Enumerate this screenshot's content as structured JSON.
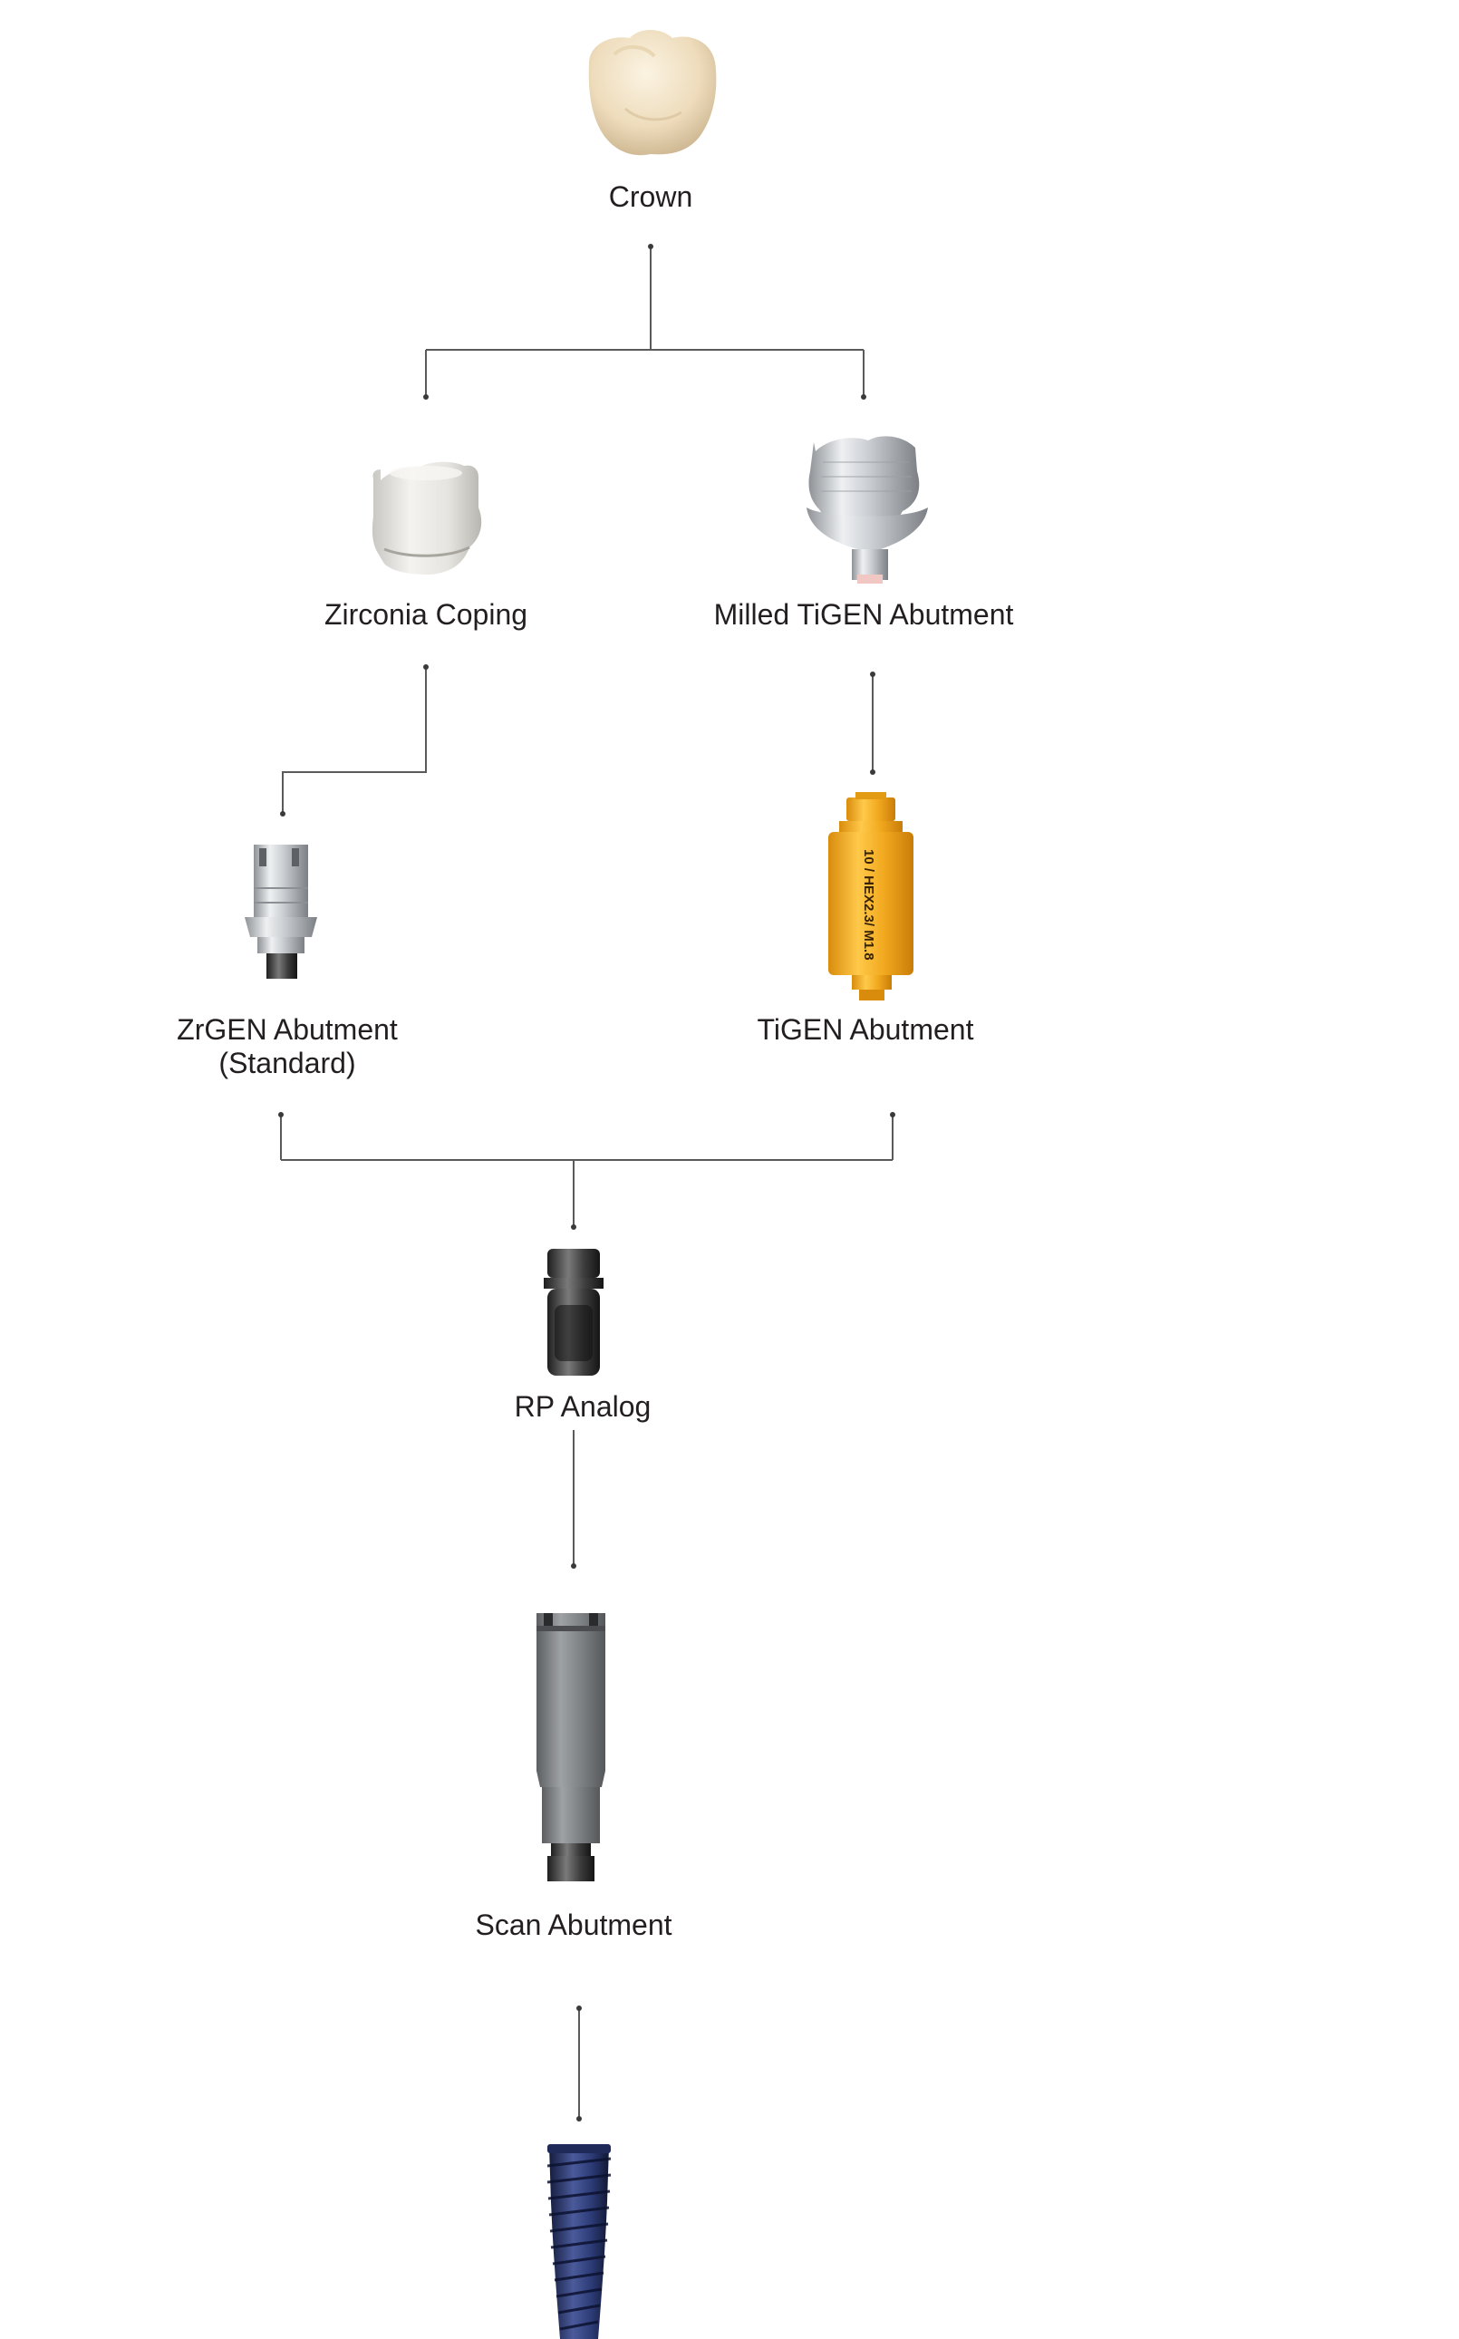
{
  "nodes": {
    "crown": {
      "label": "Crown"
    },
    "zirconia_coping": {
      "label": "Zirconia Coping"
    },
    "milled_tigen_abutment": {
      "label": "Milled TiGEN Abutment"
    },
    "zrgen_abutment": {
      "label_line1": "ZrGEN Abutment",
      "label_line2": "(Standard)"
    },
    "tigen_abutment": {
      "label": "TiGEN Abutment",
      "engraving": "10 / HEX2.3/ M1.8"
    },
    "rp_analog": {
      "label": "RP Analog"
    },
    "scan_abutment": {
      "label": "Scan Abutment"
    },
    "implant": {}
  },
  "colors": {
    "text": "#231f20",
    "connector": "#5a5a5a",
    "tigen_gold": "#f2a91f",
    "implant_blue": "#2d3c78"
  }
}
